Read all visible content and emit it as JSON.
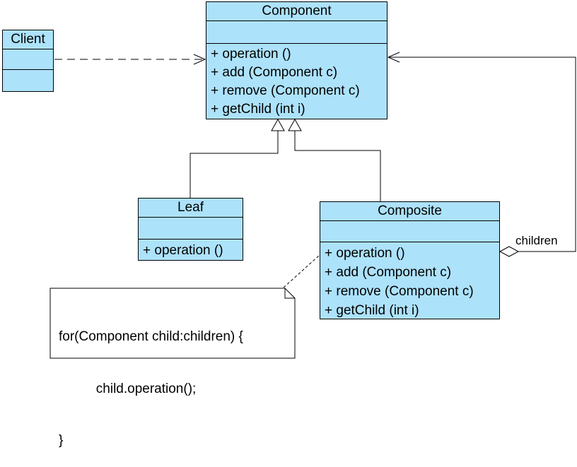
{
  "diagram": {
    "title": "Composite pattern UML class diagram",
    "colors": {
      "class_fill": "#ADE2FB",
      "line": "#000000",
      "background": "#FFFFFF",
      "note_fill": "#FFFFFF"
    }
  },
  "classes": {
    "client": {
      "name": "Client",
      "attributes": [],
      "methods": []
    },
    "component": {
      "name": "Component",
      "attributes": [],
      "methods": [
        "+ operation ()",
        "+ add (Component c)",
        "+ remove (Component c)",
        "+ getChild (int i)"
      ]
    },
    "leaf": {
      "name": "Leaf",
      "attributes": [],
      "methods": [
        "+ operation ()"
      ]
    },
    "composite": {
      "name": "Composite",
      "attributes": [],
      "methods": [
        "+ operation ()",
        "+ add (Component c)",
        "+ remove (Component c)",
        "+ getChild (int i)"
      ]
    }
  },
  "relationships": {
    "client_to_component": {
      "type": "dashed dependency arrow",
      "label": ""
    },
    "leaf_to_component": {
      "type": "generalization (hollow triangle)",
      "label": ""
    },
    "composite_to_component": {
      "type": "generalization (hollow triangle)",
      "label": ""
    },
    "composite_aggregates_component": {
      "type": "aggregation (hollow diamond, open arrow)",
      "label": "children"
    }
  },
  "note": {
    "lines": [
      "for(Component child:children) {",
      "          child.operation();",
      "}"
    ]
  }
}
